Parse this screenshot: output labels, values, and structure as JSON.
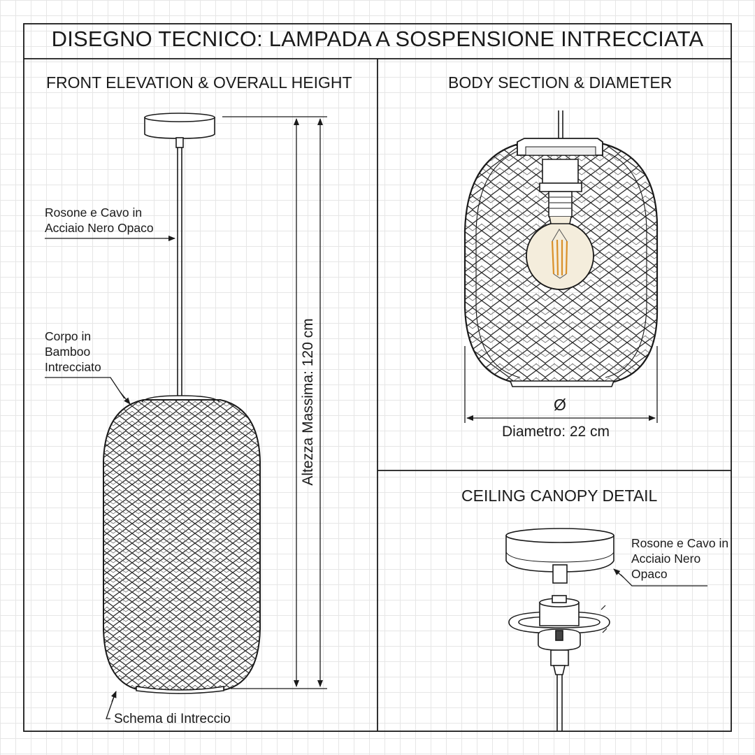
{
  "title": "DISEGNO TECNICO: LAMPADA A SOSPENSIONE INTRECCIATA",
  "panels": {
    "front": {
      "heading": "FRONT ELEVATION & OVERALL HEIGHT",
      "label_canopy_cable": "Rosone e Cavo in Acciaio Nero Opaco",
      "label_body": "Corpo in Bamboo Intrecciato",
      "label_weave": "Schema di Intreccio",
      "height_dimension": "Altezza Massima: 120 cm"
    },
    "section": {
      "heading": "BODY SECTION & DIAMETER",
      "diameter_symbol": "Ø",
      "diameter_dimension": "Diametro: 22 cm"
    },
    "canopy": {
      "heading": "CEILING CANOPY DETAIL",
      "label_canopy_cable": "Rosone e Cavo in Acciaio Nero Opaco"
    }
  },
  "colors": {
    "line": "#1a1a1a",
    "grid": "#e6e6e6",
    "filament": "#d9902a",
    "bulb_glass": "#f4eddc"
  }
}
